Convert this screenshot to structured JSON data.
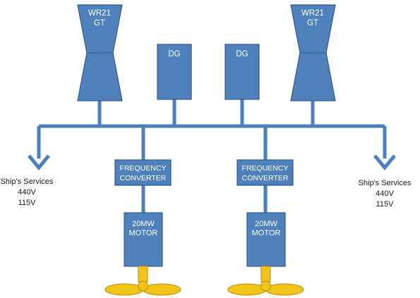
{
  "gas_turbines": [
    {
      "line1": "WR21",
      "line2": "GT"
    },
    {
      "line1": "WR21",
      "line2": "GT"
    }
  ],
  "diesel_generators": [
    {
      "label": "DG"
    },
    {
      "label": "DG"
    }
  ],
  "frequency_converters": [
    {
      "line1": "FREQUENCY",
      "line2": "CONVERTER"
    },
    {
      "line1": "FREQUENCY",
      "line2": "CONVERTER"
    }
  ],
  "motors": [
    {
      "line1": "20MW",
      "line2": "MOTOR"
    },
    {
      "line1": "20MW",
      "line2": "MOTOR"
    }
  ],
  "ships_services": [
    {
      "title": "Ship's Services",
      "v1": "440V",
      "v2": "115V"
    },
    {
      "title": "Ship's Services",
      "v1": "440V",
      "v2": "115V"
    }
  ],
  "colors": {
    "component_fill": "#4f81bd",
    "component_stroke": "#2e5a8a",
    "bus": "#4a7fc2",
    "propeller": "#f2c418",
    "propeller_stroke": "#b68f0a"
  }
}
